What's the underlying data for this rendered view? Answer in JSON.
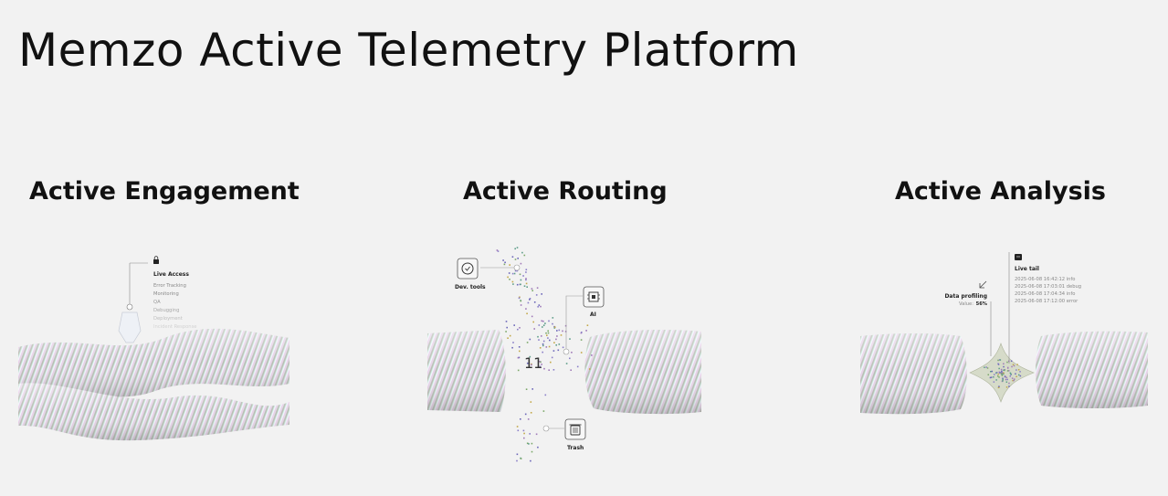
{
  "page": {
    "title": "Memzo Active Telemetry Platform"
  },
  "columns": [
    {
      "title": "Active Engagement"
    },
    {
      "title": "Active Routing"
    },
    {
      "title": "Active Analysis"
    }
  ],
  "engagement": {
    "menu_title": "Live Access",
    "menu_items": [
      "Error Tracking",
      "Monitoring",
      "QA",
      "Debugging",
      "Deployment",
      "Incident Response"
    ],
    "icon": "lock-icon"
  },
  "routing": {
    "counter": "11",
    "nodes": [
      {
        "label": "Dev. tools",
        "icon": "dev-tools-icon"
      },
      {
        "label": "AI",
        "icon": "ai-chip-icon"
      },
      {
        "label": "Trash",
        "icon": "trash-icon"
      }
    ]
  },
  "analysis": {
    "profiling_label": "Data profiling",
    "value_label": "Value:",
    "value": "56%",
    "live_tail_title": "Live tail",
    "log_lines": [
      "2025-06-08 16:42:12 info",
      "2025-06-08 17:03:01 debug",
      "2025-06-08 17:04:34 info",
      "2025-06-08 17:12:00 error"
    ],
    "icons": [
      "collapse-arrow-icon",
      "terminal-icon"
    ]
  }
}
